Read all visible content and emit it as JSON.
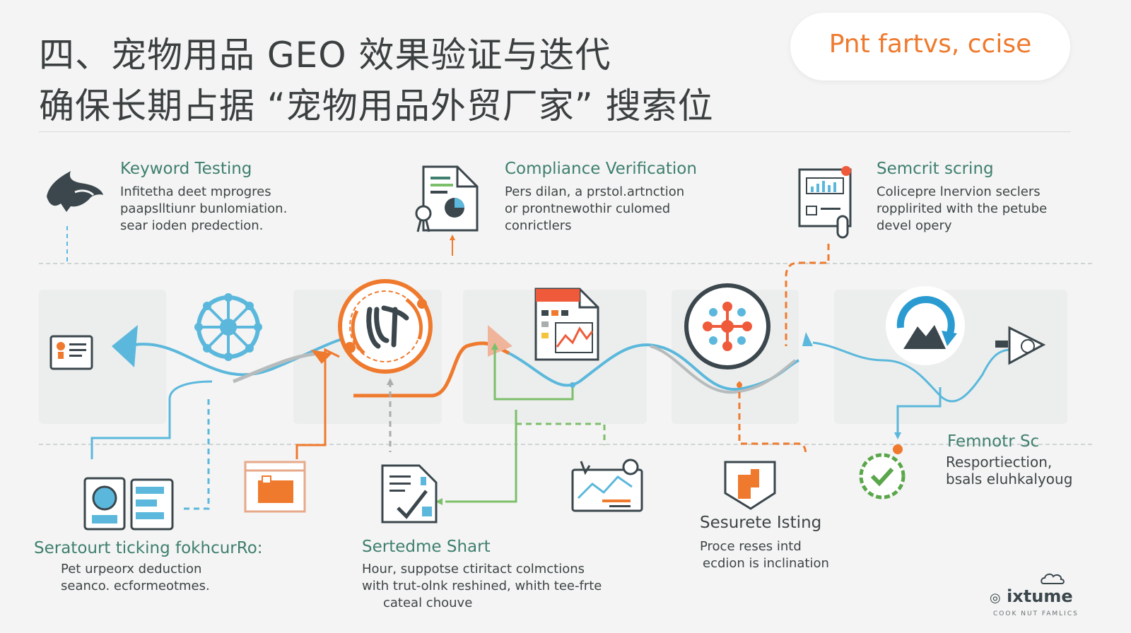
{
  "header": {
    "title_line1": "四、宠物用品 GEO 效果验证与迭代",
    "title_line2": "确保长期占据 “宠物用品外贸厂家” 搜索位",
    "badge": "Pnt fartvs, ccise"
  },
  "top_steps": [
    {
      "heading": "Keyword Testing",
      "lines": [
        "Infitetha deet mprogres",
        "paapslltiunr bunlomiation.",
        "sear ioden predection."
      ],
      "icon": "hand-icon"
    },
    {
      "heading": "Compliance Verification",
      "lines": [
        "Pers dilan, a prstol.artnction",
        "or prontnewothir culomed",
        "conrictlers"
      ],
      "icon": "document-chart-icon"
    },
    {
      "heading": "Semcrit scring",
      "lines": [
        "Colicepre lnervion seclers",
        "ropplirited with the petube",
        "devel opery"
      ],
      "icon": "report-thermometer-icon"
    }
  ],
  "bottom_steps": [
    {
      "heading": "Seratourt ticking fokhcurRo:",
      "lines": [
        "Pet urpeorx deduction",
        "seanco. ecformeotmes."
      ]
    },
    {
      "heading": "Sertedme Shart",
      "lines": [
        "Hour, suppotse ctiritact colmctions",
        "with trut-olnk reshined, whith tee-frte",
        "cateal chouve"
      ]
    },
    {
      "heading": "Sesurete Isting",
      "lines": [
        "Proce reses intd",
        "ecdion is inclination"
      ]
    },
    {
      "heading": "Femnotr Sc",
      "lines": [
        "Resportiection,",
        "bsals eluhkalyoug"
      ]
    }
  ],
  "logo": {
    "name": "ixtume",
    "tagline": "COOK NUT FAMLICS"
  },
  "colors": {
    "teal": "#3f7f6f",
    "orange": "#ef7a2e",
    "blue": "#5bb8dc",
    "green": "#7cbf6a",
    "gray": "#a9adae",
    "dark": "#3b474d"
  }
}
